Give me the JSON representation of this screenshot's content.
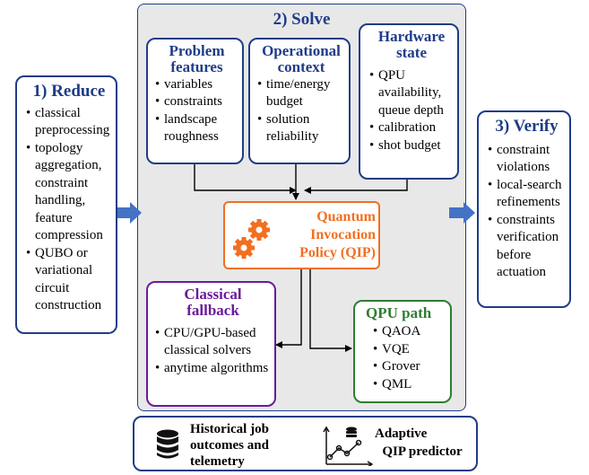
{
  "reduce": {
    "title": "1) Reduce",
    "items": [
      "classical preprocessing",
      "topology aggregation, constraint handling, feature compression",
      "QUBO or variational circuit construction"
    ]
  },
  "solve": {
    "title": "2) Solve",
    "problem_features": {
      "title_line1": "Problem",
      "title_line2": "features",
      "items": [
        "variables",
        "constraints",
        "landscape roughness"
      ]
    },
    "operational_context": {
      "title_line1": "Operational",
      "title_line2": "context",
      "items": [
        "time/energy budget",
        "solution reliability"
      ]
    },
    "hardware_state": {
      "title_line1": "Hardware",
      "title_line2": "state",
      "items": [
        "QPU availability, queue depth",
        "calibration",
        "shot budget"
      ]
    },
    "qip": {
      "line1": "Quantum",
      "line2": "Invocation",
      "line3": "Policy (QIP)"
    },
    "classical_fallback": {
      "title_line1": "Classical",
      "title_line2": "fallback",
      "items": [
        "CPU/GPU-based classical solvers",
        "anytime algorithms"
      ]
    },
    "qpu_path": {
      "title": "QPU path",
      "items": [
        "QAOA",
        "VQE",
        "Grover",
        "QML"
      ]
    }
  },
  "verify": {
    "title": "3) Verify",
    "items": [
      "constraint violations",
      "local-search refinements",
      "constraints verification before actuation"
    ]
  },
  "bottom": {
    "historical": "Historical job outcomes and telemetry",
    "adaptive_line1": "Adaptive",
    "adaptive_line2": "QIP predictor"
  },
  "colors": {
    "navy": "#1f3c88",
    "orange": "#f26f21",
    "purple": "#6a1b9a",
    "green": "#2e7d32",
    "panel": "#e8e8e8",
    "arrow": "#4472c4"
  },
  "icons": {
    "qip": "gears-icon",
    "historical": "database-icon",
    "adaptive": "trend-chart-icon"
  }
}
